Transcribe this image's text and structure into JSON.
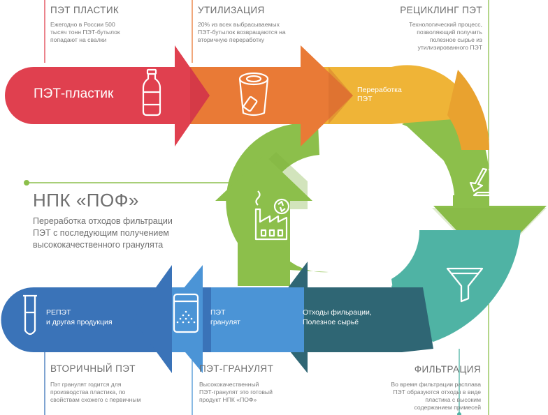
{
  "colors": {
    "red": "#e0404f",
    "orange": "#e97a36",
    "yellow": "#efb437",
    "green": "#8cbf4b",
    "teal": "#4fb3a4",
    "blue_dark": "#3a73b8",
    "blue_mid": "#4b94d6",
    "navy_teal": "#2f6674"
  },
  "steps": {
    "pet_plastic": {
      "caption": "ПЭТ ПЛАСТИК",
      "desc": [
        "Ежегодно в России 500",
        "тысяч тонн ПЭТ-бутылок",
        "попадают на свалки"
      ]
    },
    "utilization": {
      "caption": "УТИЛИЗАЦИЯ",
      "desc": [
        "20% из всех выбрасываемых",
        "ПЭТ-бутылок возвращаются на",
        "вторичную переработку"
      ]
    },
    "recycling": {
      "caption": "РЕЦИКЛИНГ ПЭТ",
      "desc": [
        "Технологический процесс,",
        "позволяющий получить",
        "полезное сырье из",
        "утилизированного ПЭТ"
      ]
    },
    "filtration": {
      "caption": "ФИЛЬТРАЦИЯ",
      "desc": [
        "Во время фильтрации расплава",
        "ПЭТ образуются отходы в виде",
        "пластика с высоким",
        "содержанием примесей"
      ]
    },
    "pet_granulate": {
      "caption": "ПЭТ-ГРАНУЛЯТ",
      "desc": [
        "Высококачественный",
        "ПЭТ-гранулят это готовый",
        "продукт НПК «ПОФ»"
      ]
    },
    "secondary_pet": {
      "caption": "ВТОРИЧНЫЙ ПЭТ",
      "desc": [
        "Пэт гранулят годится для",
        "производства пластика, по",
        "свойствам схожего с первичным"
      ]
    }
  },
  "arrows": {
    "pet_plastic_label": "ПЭТ-пластик",
    "processing_label": [
      "Переработка",
      "ПЭТ"
    ],
    "waste_label": [
      "Отходы фильрации,",
      "Полезное сырьё"
    ],
    "granulate_label": [
      "ПЭТ",
      "гранулят"
    ],
    "repet_label": [
      "РЕПЭТ",
      "и другая продукция"
    ]
  },
  "npk": {
    "title": "НПК «ПОФ»",
    "desc": [
      "Переработка отходов фильтрации",
      "ПЭТ с последующим получением",
      "высококачественного гранулята"
    ]
  },
  "icons": {
    "bottle": "bottle-icon",
    "cup": "recycle-cup-icon",
    "recycle": "recycle-icon",
    "funnel": "funnel-icon",
    "factory": "factory-icon",
    "bag": "granulate-bag-icon",
    "tube": "test-tube-icon"
  }
}
